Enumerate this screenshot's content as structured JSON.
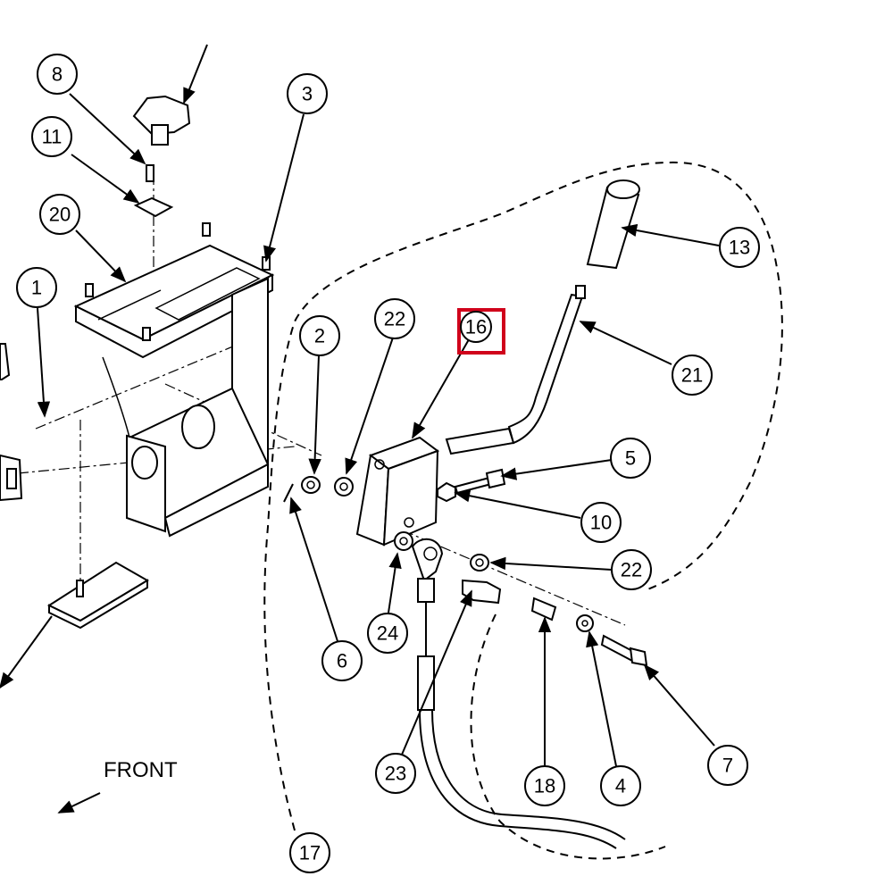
{
  "direction_label": "FRONT",
  "highlight_color": "#d0021b",
  "highlighted_callout": "16",
  "callouts": {
    "c1": "1",
    "c2": "2",
    "c3": "3",
    "c4": "4",
    "c5": "5",
    "c6": "6",
    "c7": "7",
    "c8": "8",
    "c10": "10",
    "c11": "11",
    "c13": "13",
    "c16": "16",
    "c17": "17",
    "c18": "18",
    "c20": "20",
    "c21": "21",
    "c22a": "22",
    "c22b": "22",
    "c23": "23",
    "c24": "24"
  }
}
